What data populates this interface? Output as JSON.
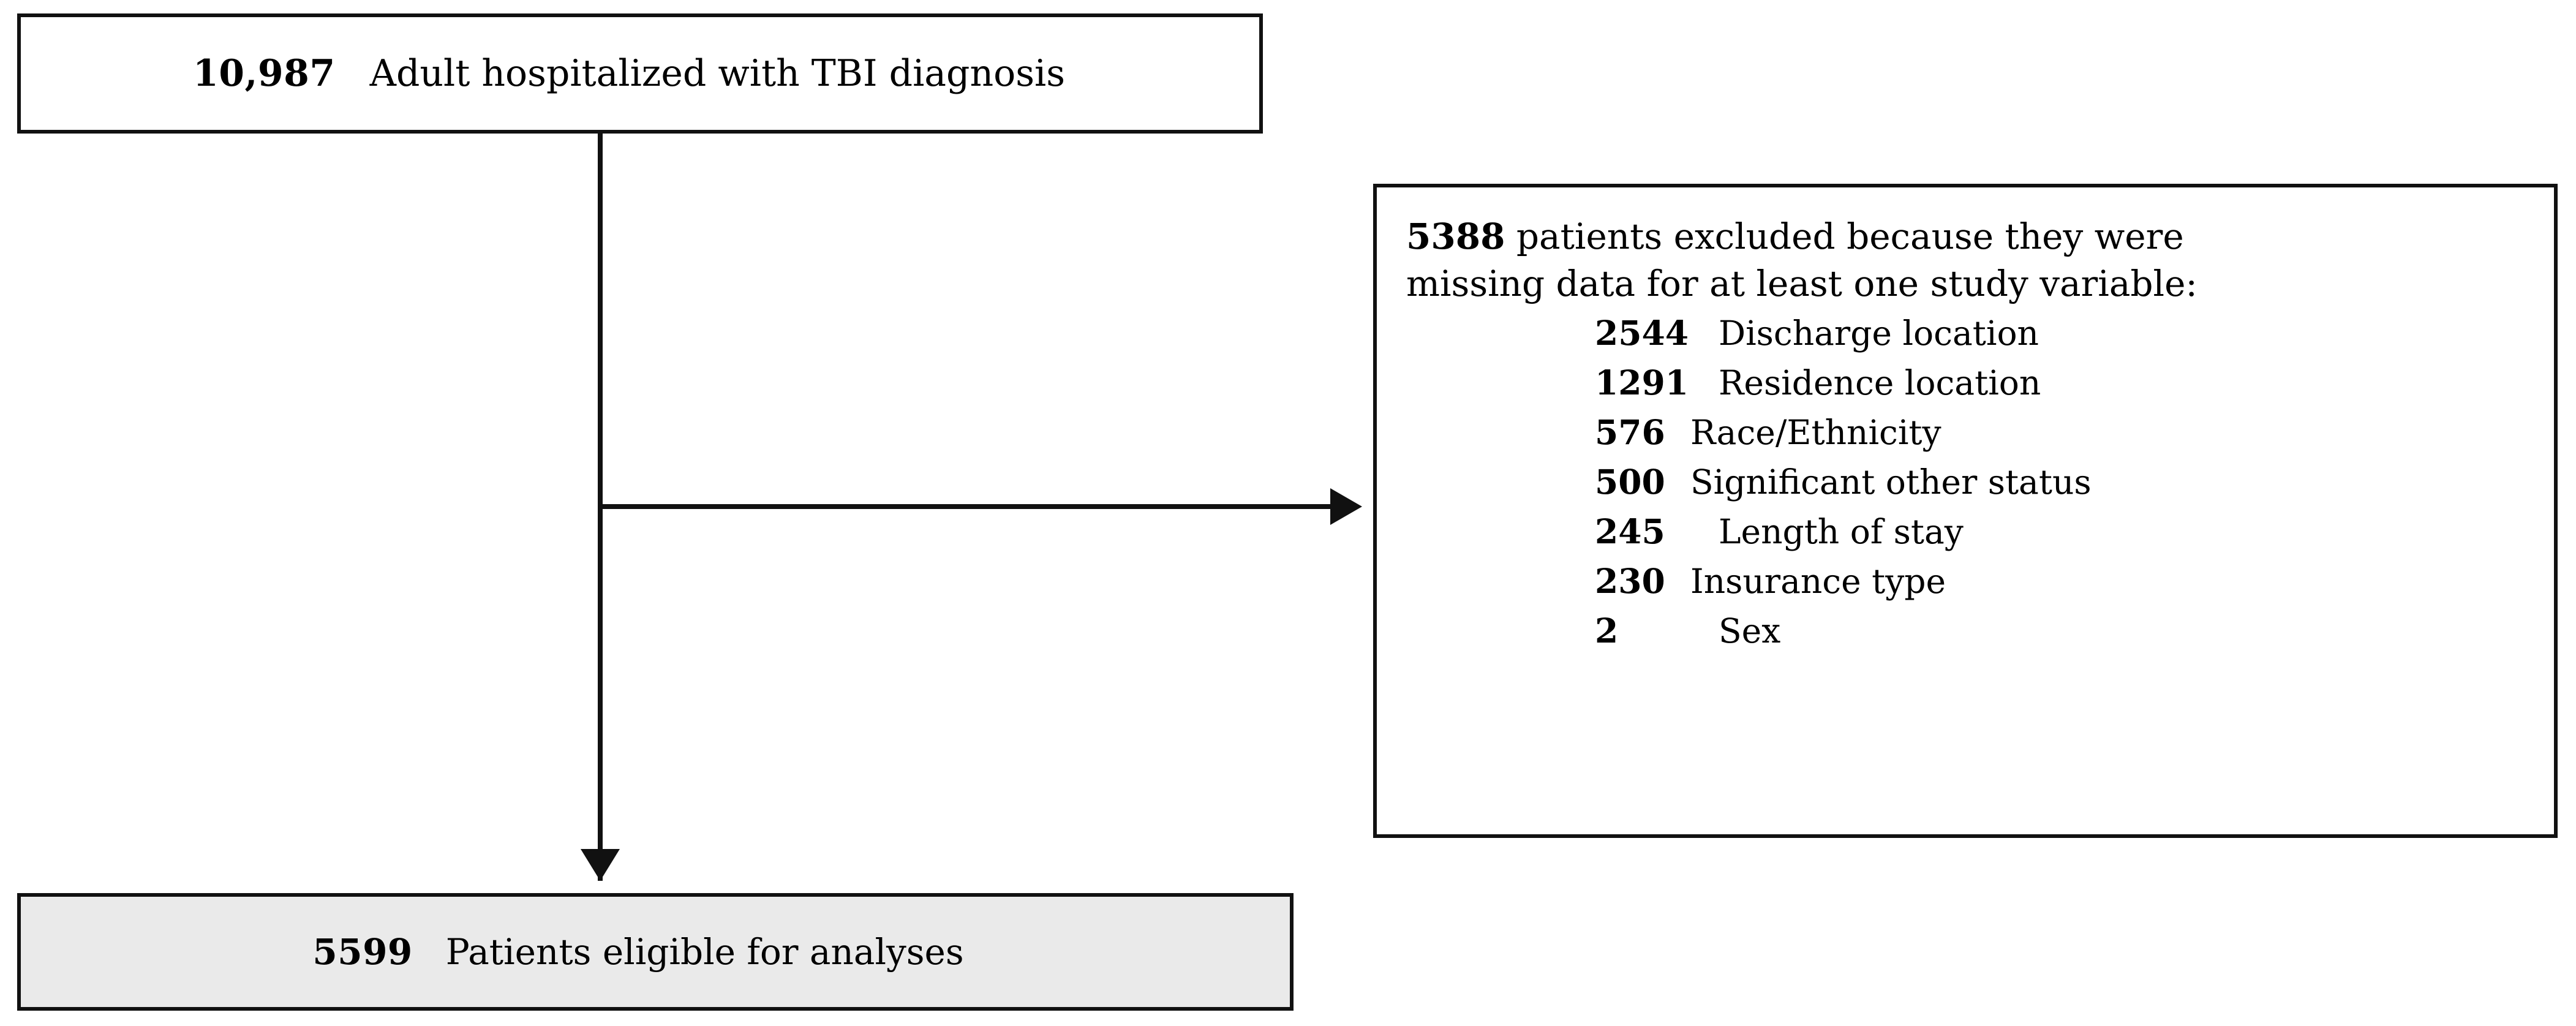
{
  "diagram": {
    "type": "study-flow-chart",
    "boxes": {
      "cohort": {
        "count": "10,987",
        "label": "Adult hospitalized with TBI diagnosis"
      },
      "eligible": {
        "count": "5599",
        "label": "Patients eligible for analyses",
        "fill_color": "#eaeaea"
      },
      "excluded": {
        "headline_count": "5388",
        "headline_line1_rest": " patients excluded because they were",
        "headline_line2": "missing data for at least one study variable:",
        "reasons": [
          {
            "count": "2544",
            "label": "Discharge location",
            "indented": true
          },
          {
            "count": "1291",
            "label": "Residence location",
            "indented": true
          },
          {
            "count": "576",
            "label": "Race/Ethnicity",
            "indented": false
          },
          {
            "count": "500",
            "label": "Significant other status",
            "indented": false
          },
          {
            "count": "245",
            "label": "Length of stay",
            "indented": true
          },
          {
            "count": "230",
            "label": "Insurance type",
            "indented": false
          },
          {
            "count": "2",
            "label": "Sex",
            "indented": true
          }
        ]
      }
    },
    "connectors": {
      "trunk_label": "vertical-connector",
      "branch_label": "horizontal-connector-to-exclusion",
      "arrow_right_label": "arrowhead-right",
      "arrow_down_label": "arrowhead-down"
    },
    "colors": {
      "stroke": "#111111",
      "page_background": "#ffffff",
      "shaded_box": "#eaeaea"
    }
  }
}
